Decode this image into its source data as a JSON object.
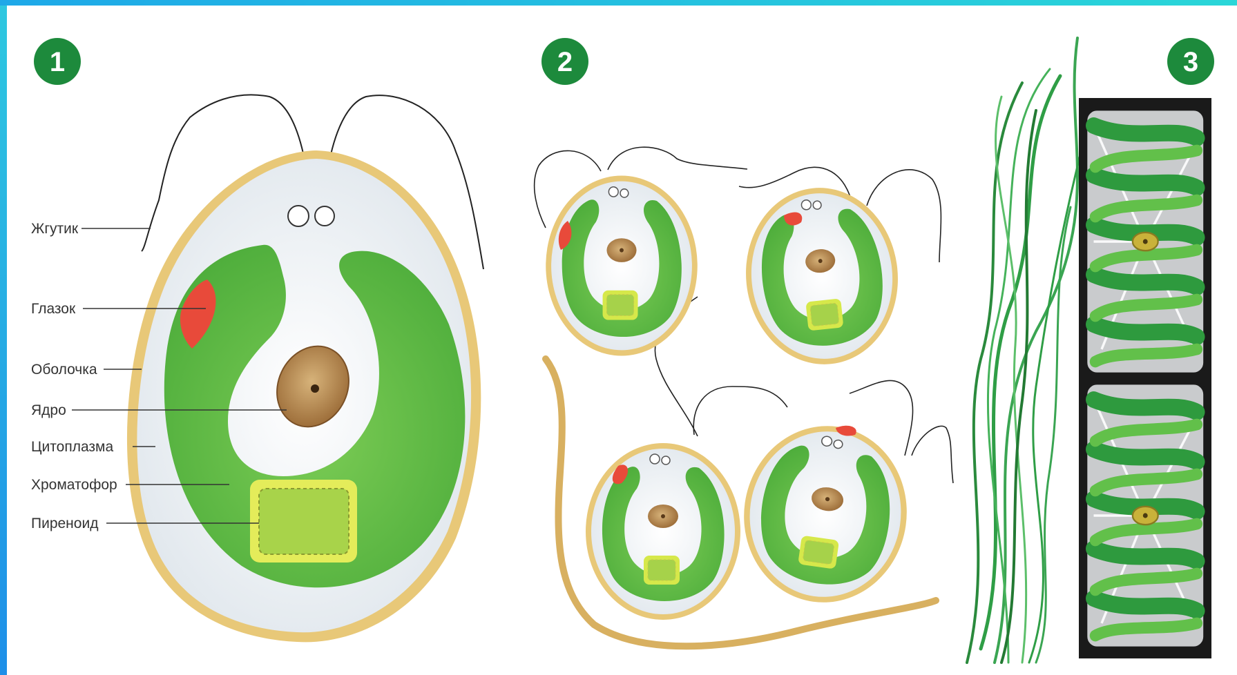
{
  "panels": [
    {
      "number": "1"
    },
    {
      "number": "2"
    },
    {
      "number": "3"
    }
  ],
  "labels": {
    "flagellum": "Жгутик",
    "eyespot": "Глазок",
    "membrane": "Оболочка",
    "nucleus": "Ядро",
    "cytoplasm": "Цитоплазма",
    "chromatophore": "Хроматофор",
    "pyrenoid": "Пиреноид"
  },
  "colors": {
    "badge": "#1d8a3c",
    "chloroplast": "#6cc04a",
    "eyespot": "#e84a3a",
    "membrane": "#e8c878",
    "cytoplasm": "#eef2f6",
    "pyrenoid": "#d9e84a",
    "nucleus": "#b58a4a",
    "spirogyra": "#2f9e46",
    "frame": "#1e9be8"
  }
}
